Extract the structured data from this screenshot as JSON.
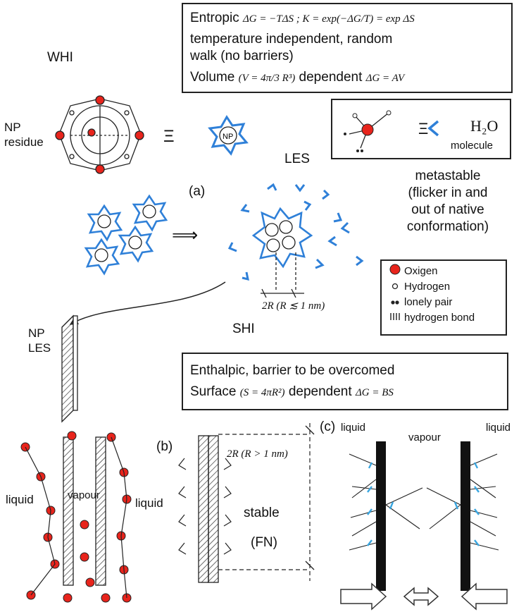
{
  "entropic_box": {
    "line1_word": "Entropic",
    "line1_math": "ΔG = −TΔS ;  K = exp(−ΔG/T) = exp ΔS",
    "line2": "temperature independent, random",
    "line3": "walk (no barriers)",
    "line4_word": "Volume",
    "line4_math1": "(V = 4π/3 R³)",
    "line4_word2": "dependent",
    "line4_math2": "ΔG = AV"
  },
  "whi_label": "WHI",
  "np_residue_label": "NP\nresidue",
  "equiv_symbol": "Ξ",
  "np_symbol_label": "NP",
  "water_box": {
    "equiv": "Ξ",
    "formula": "H₂O",
    "molecule": "molecule"
  },
  "les_label": "LES",
  "panel_a_label": "(a)",
  "arrow_symbol": "⟹",
  "metastable_text": [
    "metastable",
    "(flicker in and",
    "out of native",
    "conformation)"
  ],
  "radius_label": "2R  (R ≲ 1 nm)",
  "legend": {
    "items": [
      {
        "label": "Oxigen",
        "icon": "red-dot-icon"
      },
      {
        "label": "Hydrogen",
        "icon": "open-circle-icon"
      },
      {
        "label": "lonely pair",
        "icon": "double-dot-icon"
      },
      {
        "label": "hydrogen bond",
        "icon": "hatch-lines-icon"
      }
    ]
  },
  "shi_label": "SHI",
  "np_les_label": "NP\nLES",
  "enthalpic_box": {
    "line1": "Enthalpic, barrier to be overcomed",
    "line2_word": "Surface",
    "line2_math1": "(S = 4πR²)",
    "line2_word2": "dependent",
    "line2_math2": "ΔG = BS"
  },
  "panel_b_label": "(b)",
  "panel_c_label": "(c)",
  "liquid_left": "liquid",
  "liquid_right": "liquid",
  "vapour_b": "vapour",
  "radius_b_label": "2R  (R > 1 nm)",
  "stable_label": "stable",
  "fn_label": "(FN)",
  "panel_c": {
    "liquid_left": "liquid",
    "vapour": "vapour",
    "liquid_right": "liquid"
  },
  "colors": {
    "oxygen": "#e8241c",
    "water_blue": "#2f80d8",
    "ink": "#222222"
  }
}
